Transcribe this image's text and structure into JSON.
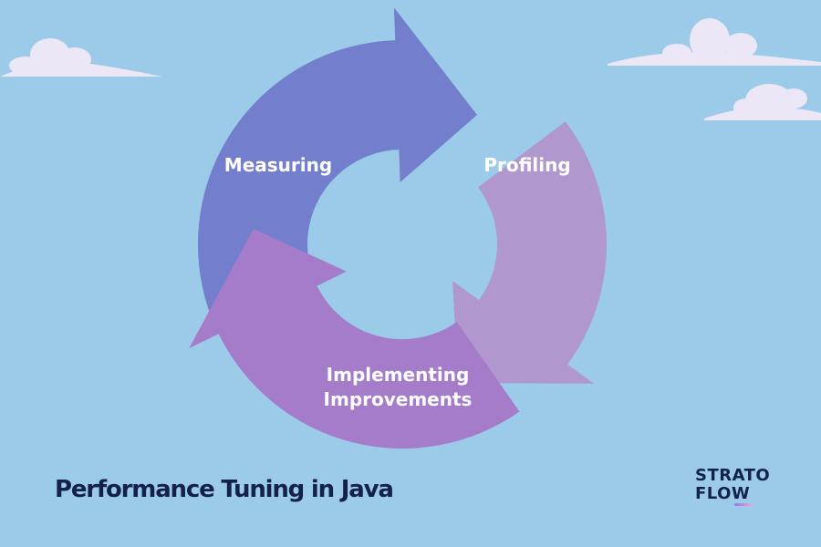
{
  "diagram": {
    "type": "cycle",
    "steps": [
      {
        "label": "Measuring"
      },
      {
        "label": "Profiling"
      },
      {
        "label_lines": [
          "Implementing",
          "Improvements"
        ]
      }
    ]
  },
  "title": "Performance Tuning in Java",
  "logo": {
    "line1": "STRATO",
    "line2": "FLOW"
  },
  "colors": {
    "background": "#9ccbea",
    "measuring": "#737fcc",
    "profiling": "#b097cd",
    "implementing": "#a47cc9",
    "title": "#14214f"
  }
}
